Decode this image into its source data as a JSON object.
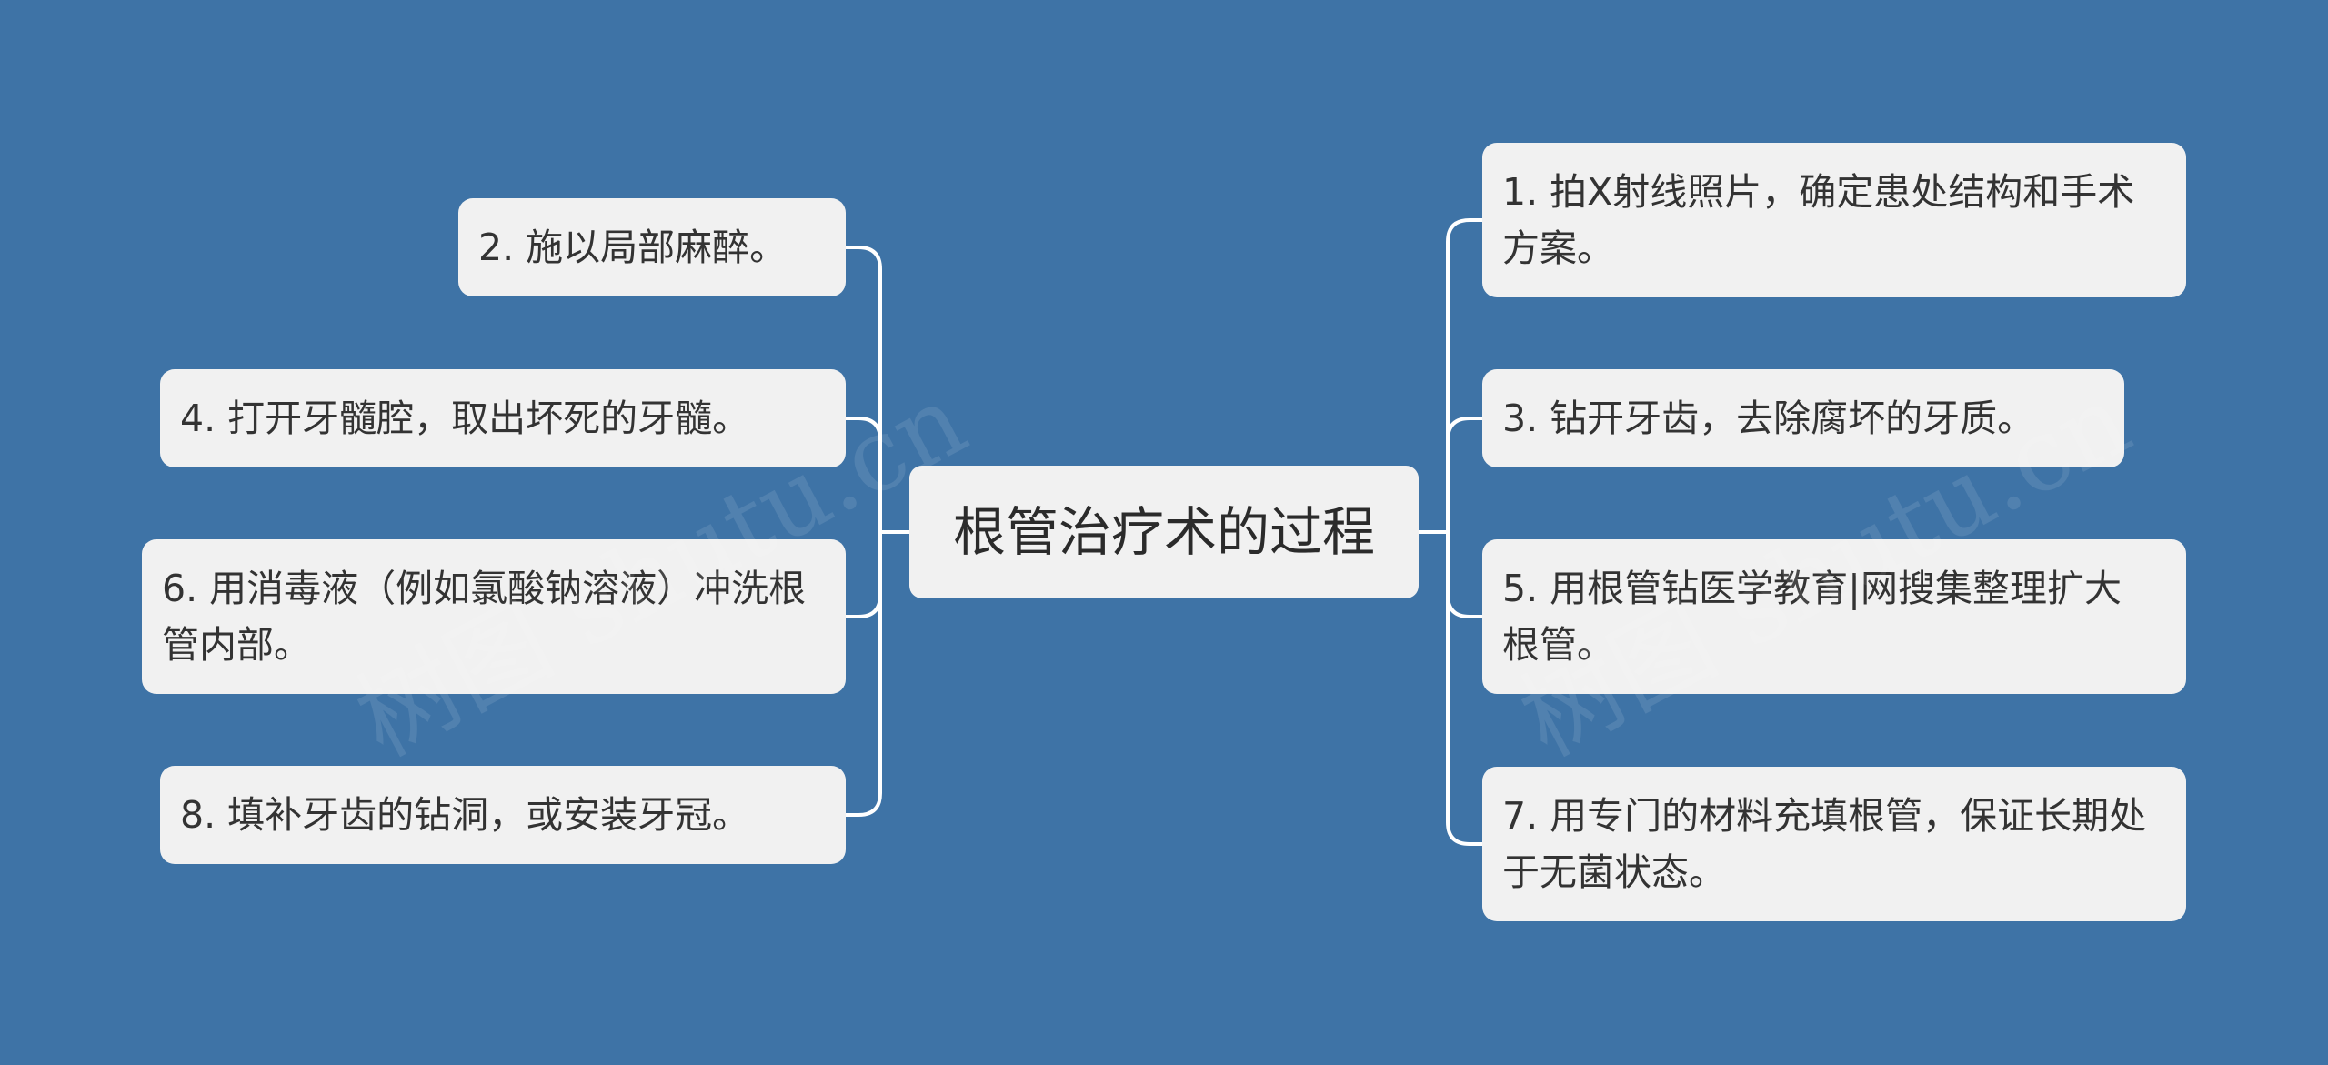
{
  "colors": {
    "background": "#3e73a6",
    "node_fill": "#f1f1f1",
    "connector": "#ffffff",
    "text": "#333333"
  },
  "watermark": "树图 shutu.cn",
  "root": {
    "label": "根管治疗术的过程"
  },
  "left_branches": [
    {
      "label": "2. 施以局部麻醉。"
    },
    {
      "label": "4. 打开牙髓腔，取出坏死的牙髓。"
    },
    {
      "label": "6. 用消毒液（例如氯酸钠溶液）冲洗根管内部。"
    },
    {
      "label": "8. 填补牙齿的钻洞，或安装牙冠。"
    }
  ],
  "right_branches": [
    {
      "label": "1. 拍X射线照片，确定患处结构和手术方案。"
    },
    {
      "label": "3. 钻开牙齿，去除腐坏的牙质。"
    },
    {
      "label": "5. 用根管钻医学教育|网搜集整理扩大根管。"
    },
    {
      "label": "7. 用专门的材料充填根管，保证长期处于无菌状态。"
    }
  ]
}
